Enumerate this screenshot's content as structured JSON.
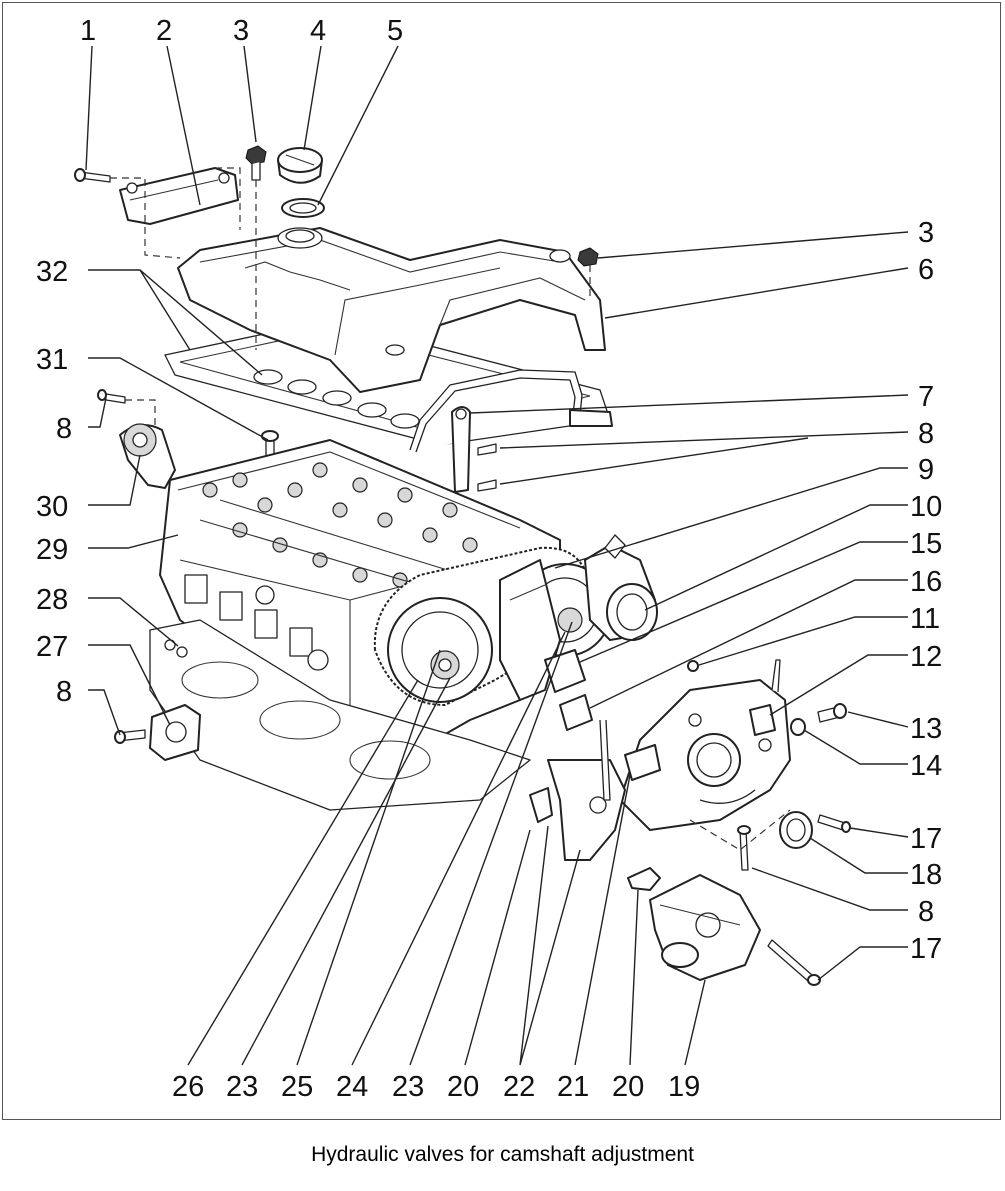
{
  "caption": "Hydraulic valves for camshaft adjustment",
  "callouts": {
    "top": [
      "1",
      "2",
      "3",
      "4",
      "5"
    ],
    "right": [
      "3",
      "6",
      "7",
      "8",
      "9",
      "10",
      "15",
      "16",
      "11",
      "12",
      "13",
      "14",
      "17",
      "18",
      "8",
      "17"
    ],
    "left": [
      "32",
      "31",
      "8",
      "30",
      "29",
      "28",
      "27",
      "8"
    ],
    "bottom": [
      "26",
      "23",
      "25",
      "24",
      "23",
      "20",
      "22",
      "21",
      "20",
      "19"
    ]
  }
}
